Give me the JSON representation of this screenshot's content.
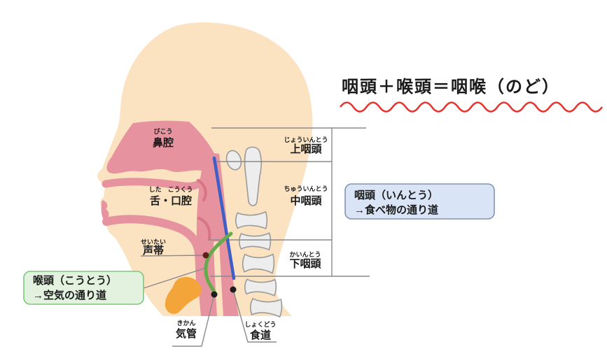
{
  "title": {
    "text": "咽頭＋喉頭＝咽喉（のど）"
  },
  "labels": {
    "nasal_cavity": {
      "ruby": "びこう",
      "text": "鼻腔"
    },
    "tongue_oral_cavity": {
      "ruby": "した　こうくう",
      "text": "舌・口腔"
    },
    "vocal_cords": {
      "ruby": "せいたい",
      "text": "声帯"
    },
    "upper_pharynx": {
      "ruby": "じょういんとう",
      "text": "上咽頭"
    },
    "middle_pharynx": {
      "ruby": "ちゅういんとう",
      "text": "中咽頭"
    },
    "lower_pharynx": {
      "ruby": "かいんとう",
      "text": "下咽頭"
    },
    "trachea": {
      "ruby": "きかん",
      "text": "気管"
    },
    "esophagus": {
      "ruby": "しょくどう",
      "text": "食道"
    }
  },
  "callouts": {
    "pharynx": {
      "line1": "咽頭（いんとう）",
      "line2": "→食べ物の通り道"
    },
    "larynx": {
      "line1": "喉頭（こうとう）",
      "line2": "→空気の通り道"
    }
  },
  "colors": {
    "skin": "#FBE3C2",
    "cavity_pink": "#E6939F",
    "fold_pink": "#D97484",
    "vertebra_fill": "#EDEDED",
    "vertebra_stroke": "#9A9A9A",
    "airway_green": "#67A94B",
    "food_path_blue": "#3E5FC6",
    "gland_orange": "#F4A53A",
    "wave_red": "#E6352F",
    "pharynx_box_fill": "#D9E5F6",
    "pharynx_box_border": "#8193B0",
    "larynx_box_fill": "#E3F1DF",
    "larynx_box_border": "#7FC67F",
    "pointer_gray": "#8A8A8A",
    "text": "#1A1A1A"
  }
}
